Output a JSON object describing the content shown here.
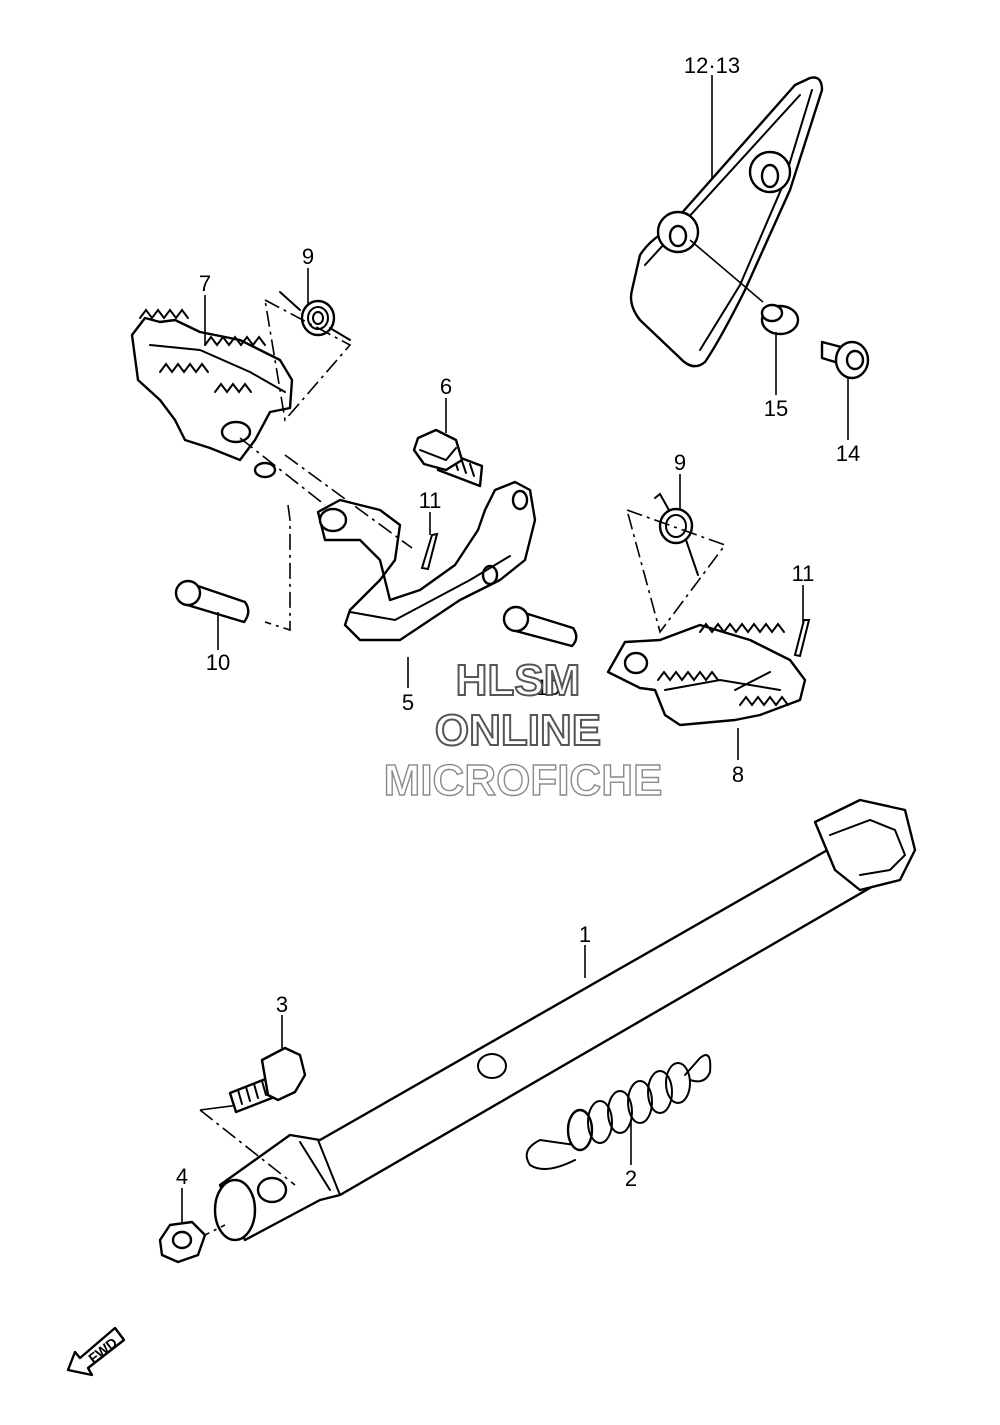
{
  "callouts": {
    "p12_13": "12·13",
    "p9a": "9",
    "p7": "7",
    "p6": "6",
    "p11a": "11",
    "p15": "15",
    "p14": "14",
    "p9b": "9",
    "p11b": "11",
    "p10a": "10",
    "p10b": "10",
    "p5": "5",
    "p8": "8",
    "p1": "1",
    "p3": "3",
    "p2": "2",
    "p4": "4"
  },
  "watermark": {
    "line1": "HLSM",
    "line2": "ONLINE",
    "line3": "MICROFICHE"
  },
  "fwd_label": "FWD"
}
